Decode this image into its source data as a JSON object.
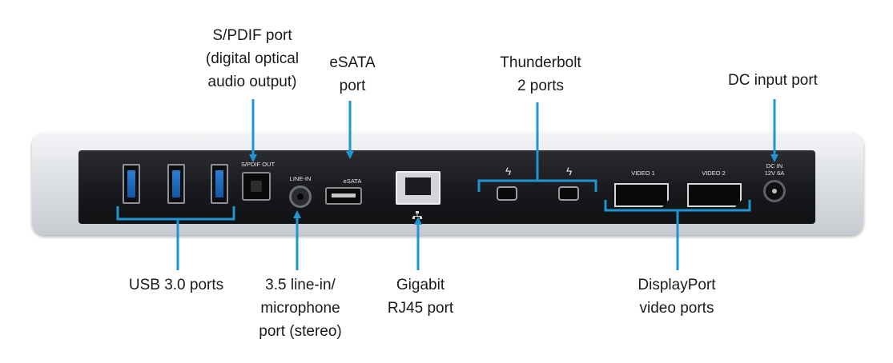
{
  "labels": {
    "spdif": [
      "S/PDIF port",
      "(digital optical",
      "audio output)"
    ],
    "esata": [
      "eSATA",
      "port"
    ],
    "thunderbolt": [
      "Thunderbolt",
      "2 ports"
    ],
    "dc_input": [
      "DC input port"
    ],
    "usb": [
      "USB 3.0 ports"
    ],
    "line_in": [
      "3.5 line-in/",
      "microphone",
      "port (stereo)"
    ],
    "rj45": [
      "Gigabit",
      "RJ45 port"
    ],
    "displayport": [
      "DisplayPort",
      "video ports"
    ]
  },
  "device_text": {
    "spdif_out": "S/PDIF OUT",
    "line_in": "LINE-IN",
    "esata": "eSATA",
    "video1": "VIDEO 1",
    "video2": "VIDEO 2",
    "dc_in": [
      "DC IN",
      "12V 6A"
    ]
  },
  "icons": {
    "thunderbolt": "thunderbolt-icon",
    "network": "network-icon"
  },
  "colors": {
    "callout": "#1f95d3"
  }
}
